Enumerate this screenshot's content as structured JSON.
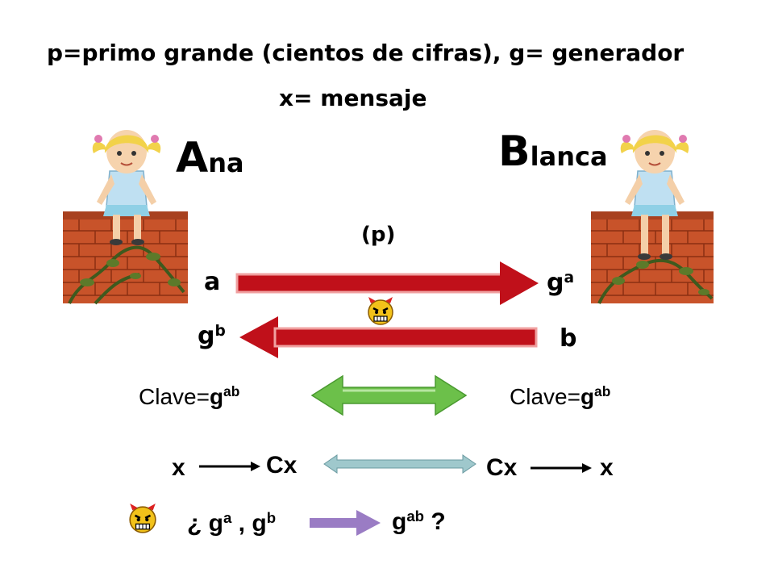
{
  "header": {
    "line1": "p=primo  grande (cientos de cifras), g= generador",
    "line2": "x= mensaje"
  },
  "ana": {
    "initial": "A",
    "rest": "na"
  },
  "blanca": {
    "initial": "B",
    "rest": "lanca"
  },
  "channel": {
    "p_label": "(p)",
    "a_label": "a",
    "ga_base": "g",
    "ga_exp": "a",
    "gb_base": "g",
    "gb_exp": "b",
    "b_label": "b"
  },
  "keys": {
    "left_prefix": "Clave=",
    "left_base": "g",
    "left_exp": "ab",
    "right_prefix": "Clave=",
    "right_base": "g",
    "right_exp": "ab"
  },
  "encrypt": {
    "left_x": "x",
    "left_cx": "Cx",
    "right_cx": "Cx",
    "right_x": "x"
  },
  "attack": {
    "q_open": "¿ ",
    "g1": "g",
    "e1": "a",
    "sep": " , ",
    "g2": "g",
    "e2": "b",
    "g3": "g",
    "e3": "ab",
    "q_close": " ?"
  },
  "colors": {
    "red_arrow": "#c0101a",
    "green_arrow": "#6cc04a",
    "teal_arrow": "#9fc8cc",
    "purple_arrow": "#9a7cc4",
    "brick": "#c8532a",
    "devil": "#f2c21a"
  }
}
